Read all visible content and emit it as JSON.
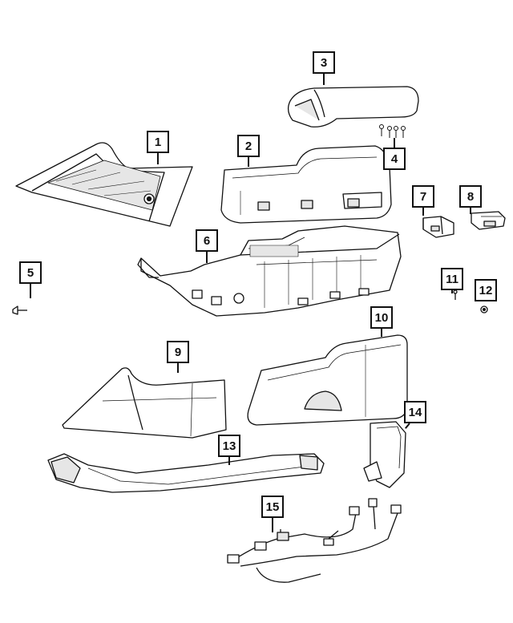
{
  "diagram": {
    "callouts": [
      {
        "id": "c1",
        "label": "1"
      },
      {
        "id": "c2",
        "label": "2"
      },
      {
        "id": "c3",
        "label": "3"
      },
      {
        "id": "c4",
        "label": "4"
      },
      {
        "id": "c5",
        "label": "5"
      },
      {
        "id": "c6",
        "label": "6"
      },
      {
        "id": "c7",
        "label": "7"
      },
      {
        "id": "c8",
        "label": "8"
      },
      {
        "id": "c9",
        "label": "9"
      },
      {
        "id": "c10",
        "label": "10"
      },
      {
        "id": "c11",
        "label": "11"
      },
      {
        "id": "c12",
        "label": "12"
      },
      {
        "id": "c13",
        "label": "13"
      },
      {
        "id": "c14",
        "label": "14"
      },
      {
        "id": "c15",
        "label": "15"
      }
    ],
    "colors": {
      "line": "#111111",
      "fill": "#ffffff",
      "shade": "#e6e6e6"
    }
  }
}
